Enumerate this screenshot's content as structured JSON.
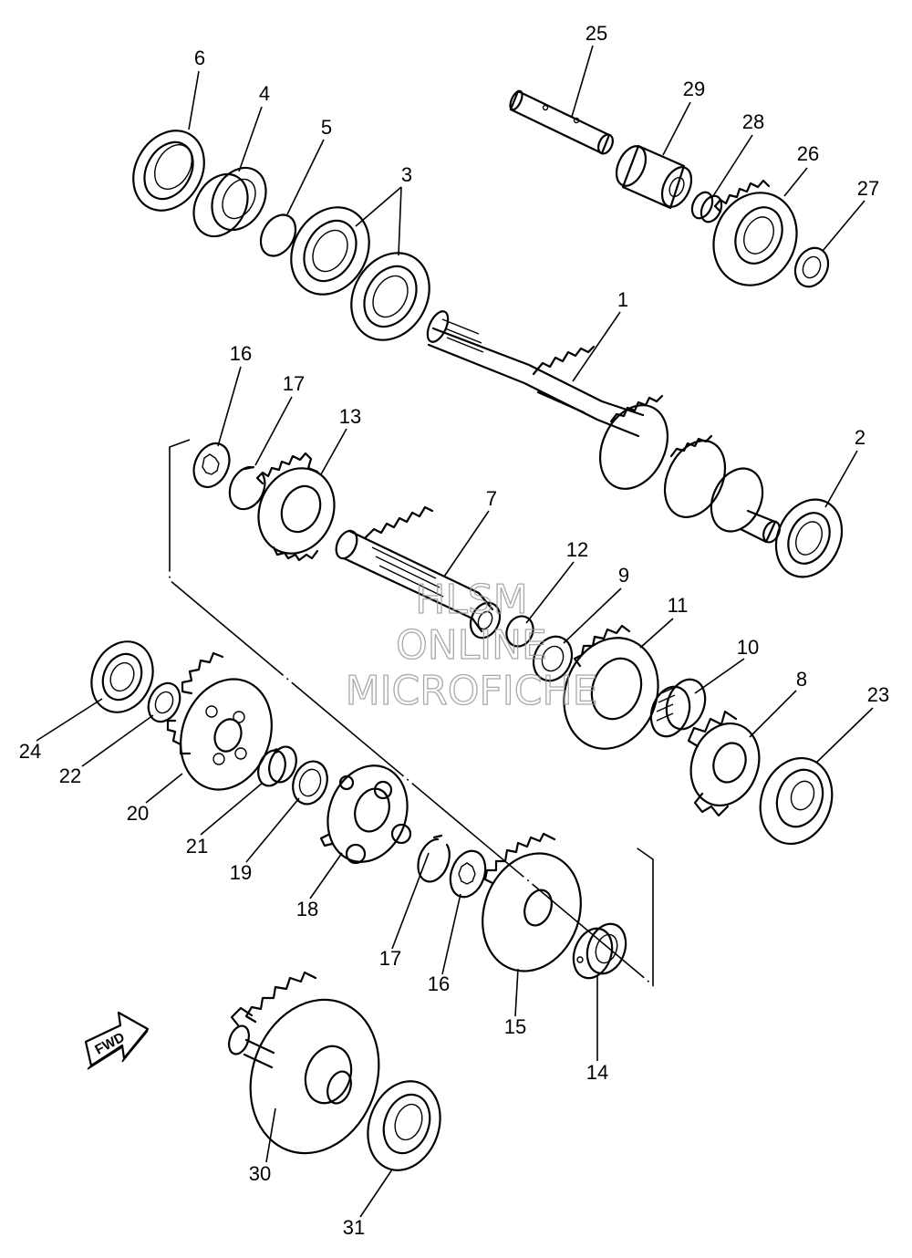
{
  "watermark": {
    "line1": "HLSM",
    "line2": "ONLINE",
    "line3": "MICROFICHE"
  },
  "direction_indicator": "FWD",
  "callouts": {
    "c1": "1",
    "c2": "2",
    "c3": "3",
    "c4": "4",
    "c5": "5",
    "c6": "6",
    "c7": "7",
    "c8": "8",
    "c9": "9",
    "c10": "10",
    "c11": "11",
    "c12": "12",
    "c13": "13",
    "c14": "14",
    "c15": "15",
    "c16a": "16",
    "c16b": "16",
    "c17a": "17",
    "c17b": "17",
    "c18": "18",
    "c19": "19",
    "c20": "20",
    "c21": "21",
    "c22": "22",
    "c23": "23",
    "c24": "24",
    "c25": "25",
    "c26": "26",
    "c27": "27",
    "c28": "28",
    "c29": "29",
    "c30": "30",
    "c31": "31"
  }
}
